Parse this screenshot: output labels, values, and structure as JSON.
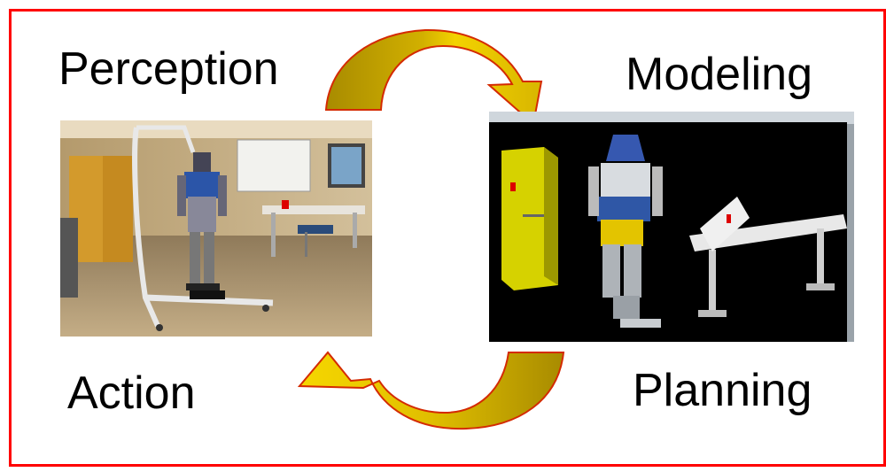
{
  "labels": {
    "perception": "Perception",
    "modeling": "Modeling",
    "action": "Action",
    "planning": "Planning"
  },
  "colors": {
    "border": "#ff0000",
    "arrow_fill": "#c9a400",
    "arrow_stroke": "#d42a00"
  },
  "figures": {
    "real": "humanoid-robot-photo",
    "simulation": "3d-robot-simulation"
  }
}
